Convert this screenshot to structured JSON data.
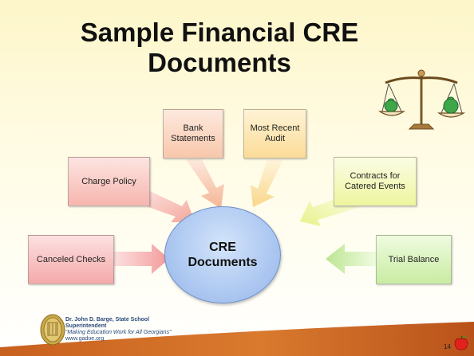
{
  "title": "Sample Financial CRE Documents",
  "title_lines": [
    "Sample Financial CRE",
    "Documents"
  ],
  "center": {
    "line1": "CRE",
    "line2": "Documents"
  },
  "documents": {
    "bank": [
      "Bank",
      "Statements"
    ],
    "audit": [
      "Most Recent",
      "Audit"
    ],
    "charge": "Charge Policy",
    "contracts": [
      "Contracts for",
      "Catered Events"
    ],
    "canceled": "Canceled Checks",
    "trial": "Trial Balance"
  },
  "footer": {
    "name": "Dr. John D. Barge, State School",
    "role": "Superintendent",
    "motto": "“Making Education Work for All Georgians”",
    "url": "www.gadoe.org"
  },
  "page_number": "14",
  "colors": {
    "bank_box": "#f8c7ab",
    "audit_box": "#fbdc97",
    "charge_box": "#f6b6ae",
    "contracts_box": "#eef59e",
    "canceled_box": "#f4a9a9",
    "trial_box": "#c9eca2",
    "center_ellipse": "#adc8f1",
    "footer_band": "#c8601e"
  },
  "icons": [
    "balance-scale-icon",
    "money-bag-icon",
    "georgia-seal-icon",
    "apple-icon"
  ]
}
